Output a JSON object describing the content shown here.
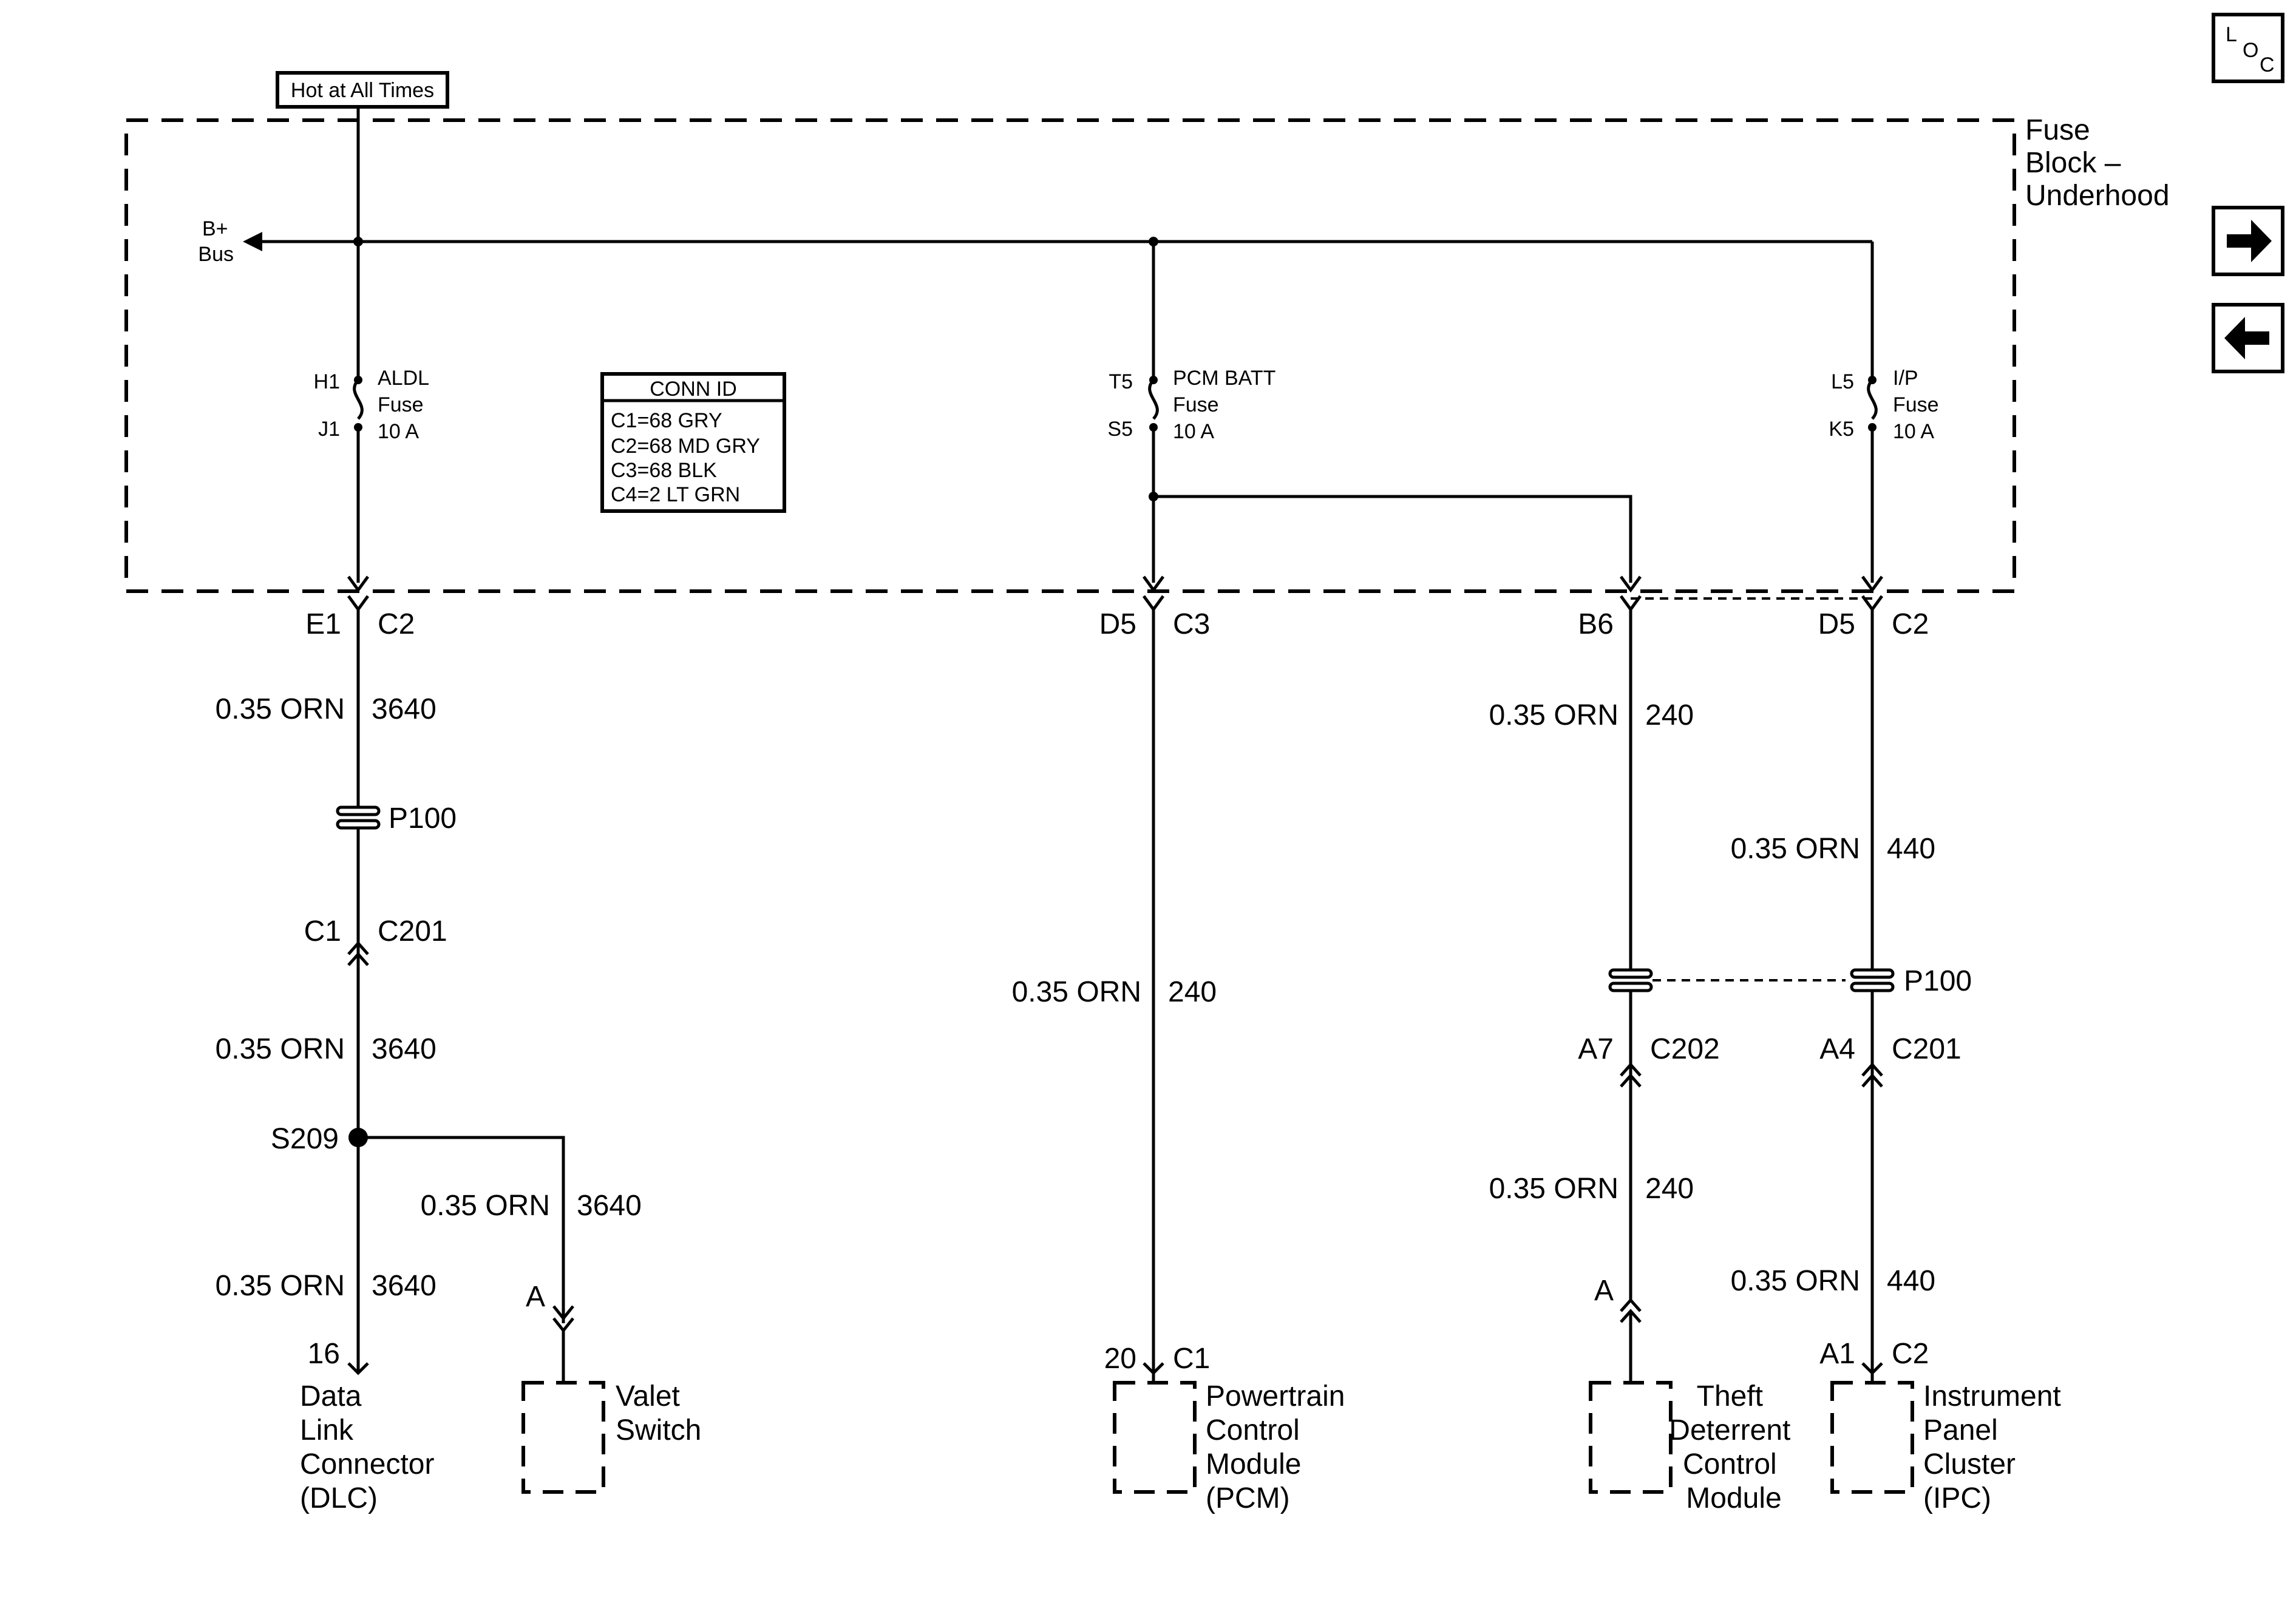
{
  "header": {
    "hot_label": "Hot at All Times"
  },
  "fuse_block": {
    "title_lines": [
      "Fuse",
      "Block –",
      "Underhood"
    ]
  },
  "bus": {
    "lines": [
      "B+",
      "Bus"
    ]
  },
  "fuses": [
    {
      "top_pin": "H1",
      "bottom_pin": "J1",
      "name_lines": [
        "ALDL",
        "Fuse",
        "10 A"
      ]
    },
    {
      "top_pin": "T5",
      "bottom_pin": "S5",
      "name_lines": [
        "PCM BATT",
        "Fuse",
        "10 A"
      ]
    },
    {
      "top_pin": "L5",
      "bottom_pin": "K5",
      "name_lines": [
        "I/P",
        "Fuse",
        "10 A"
      ]
    }
  ],
  "conn_id": {
    "title": "CONN ID",
    "rows": [
      "C1=68 GRY",
      "C2=68 MD GRY",
      "C3=68 BLK",
      "C4=2 LT GRN"
    ]
  },
  "fuse_block_outputs": [
    {
      "pin": "E1",
      "conn": "C2"
    },
    {
      "pin": "D5",
      "conn": "C3"
    },
    {
      "pin": "B6",
      "conn": ""
    },
    {
      "pin": "D5",
      "conn": "C2"
    }
  ],
  "wires": [
    {
      "gauge": "0.35 ORN",
      "circuit": "3640"
    },
    {
      "gauge": "0.35 ORN",
      "circuit": "3640"
    },
    {
      "gauge": "0.35 ORN",
      "circuit": "3640"
    },
    {
      "gauge": "0.35 ORN",
      "circuit": "3640"
    },
    {
      "gauge": "0.35 ORN",
      "circuit": "240"
    },
    {
      "gauge": "0.35 ORN",
      "circuit": "240"
    },
    {
      "gauge": "0.35 ORN",
      "circuit": "240"
    },
    {
      "gauge": "0.35 ORN",
      "circuit": "440"
    },
    {
      "gauge": "0.35 ORN",
      "circuit": "440"
    }
  ],
  "passthrough": [
    {
      "name": "P100"
    },
    {
      "name": "P100"
    }
  ],
  "inline_connectors": [
    {
      "pin": "C1",
      "conn": "C201"
    },
    {
      "pin": "A7",
      "conn": "C202"
    },
    {
      "pin": "A4",
      "conn": "C201"
    }
  ],
  "splice": {
    "name": "S209"
  },
  "branch_pins": [
    {
      "pin": "A"
    },
    {
      "pin": "A"
    }
  ],
  "components": [
    {
      "pin": "16",
      "conn": "",
      "name_lines": [
        "Data",
        "Link",
        "Connector",
        "(DLC)"
      ]
    },
    {
      "pin": "",
      "conn": "",
      "name_lines": [
        "Valet",
        "Switch"
      ]
    },
    {
      "pin": "20",
      "conn": "C1",
      "name_lines": [
        "Powertrain",
        "Control",
        "Module",
        "(PCM)"
      ]
    },
    {
      "pin": "",
      "conn": "",
      "name_lines": [
        "Theft",
        "Deterrent",
        "Control",
        "Module"
      ]
    },
    {
      "pin": "A1",
      "conn": "C2",
      "name_lines": [
        "Instrument",
        "Panel",
        "Cluster",
        "(IPC)"
      ]
    }
  ],
  "nav": {
    "loc_letters": [
      "L",
      "O",
      "C"
    ],
    "next_icon": "arrow-right-icon",
    "prev_icon": "arrow-left-icon"
  }
}
